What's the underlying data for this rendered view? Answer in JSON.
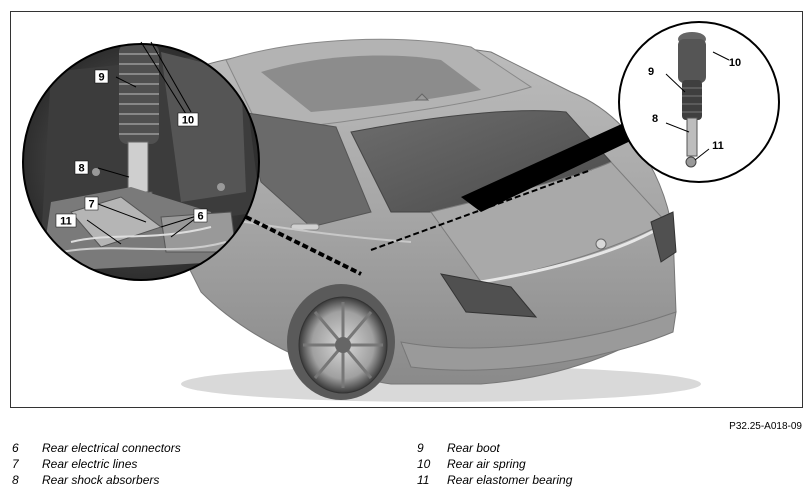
{
  "figure_code": "P32.25-A018-09",
  "callouts": {
    "c6": "6",
    "c7": "7",
    "c8": "8",
    "c9": "9",
    "c10": "10",
    "c11": "11",
    "r8": "8",
    "r9": "9",
    "r10": "10",
    "r11": "11"
  },
  "legend_left": [
    {
      "num": "6",
      "text": "Rear electrical connectors"
    },
    {
      "num": "7",
      "text": "Rear electric lines"
    },
    {
      "num": "8",
      "text": "Rear shock absorbers"
    }
  ],
  "legend_right": [
    {
      "num": "9",
      "text": "Rear boot"
    },
    {
      "num": "10",
      "text": "Rear air spring"
    },
    {
      "num": "11",
      "text": "Rear elastomer bearing"
    }
  ]
}
